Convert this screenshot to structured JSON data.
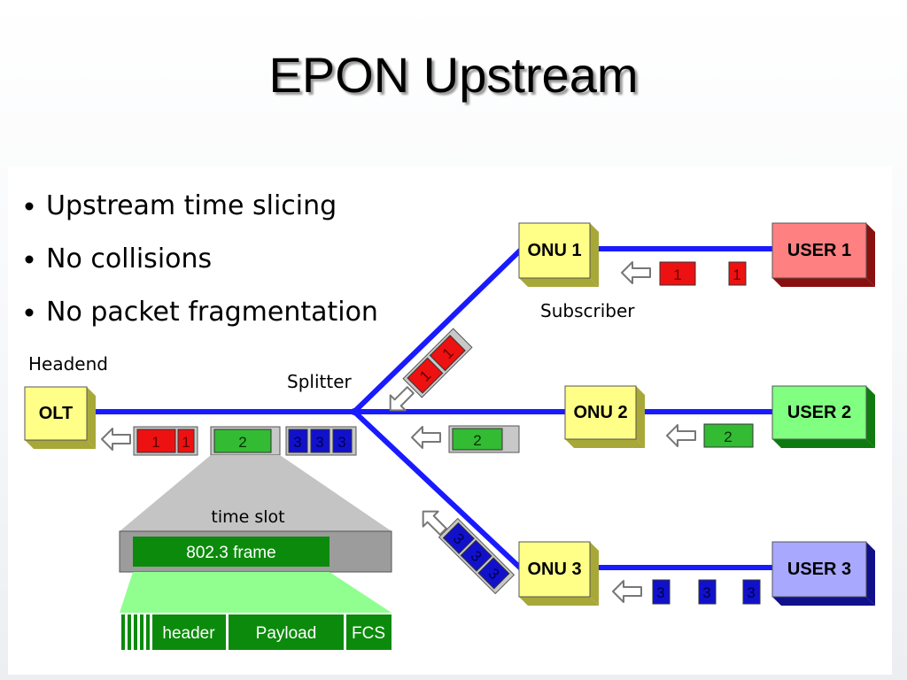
{
  "slide": {
    "title": "EPON Upstream",
    "bullets": [
      "Upstream time slicing",
      "No collisions",
      "No packet fragmentation"
    ]
  },
  "labels": {
    "headend": "Headend",
    "splitter": "Splitter",
    "subscriber": "Subscriber",
    "time_slot": "time slot",
    "frame": "802.3 frame",
    "header": "header",
    "payload": "Payload",
    "fcs": "FCS"
  },
  "nodes": {
    "olt": "OLT",
    "onu1": "ONU 1",
    "onu2": "ONU 2",
    "onu3": "ONU 3",
    "user1": "USER 1",
    "user2": "USER 2",
    "user3": "USER 3"
  },
  "packets": {
    "p1": "1",
    "p2": "2",
    "p3": "3"
  },
  "colors": {
    "fiber": "#1a1aff",
    "node_yellow": "#ffff88",
    "user1": "#ff8080",
    "user2": "#80ff80",
    "user3": "#a8a8ff",
    "packet_red": "#ee1111",
    "packet_green": "#33bb33",
    "packet_blue": "#1111cc",
    "frame_green": "#0c8a0c"
  }
}
